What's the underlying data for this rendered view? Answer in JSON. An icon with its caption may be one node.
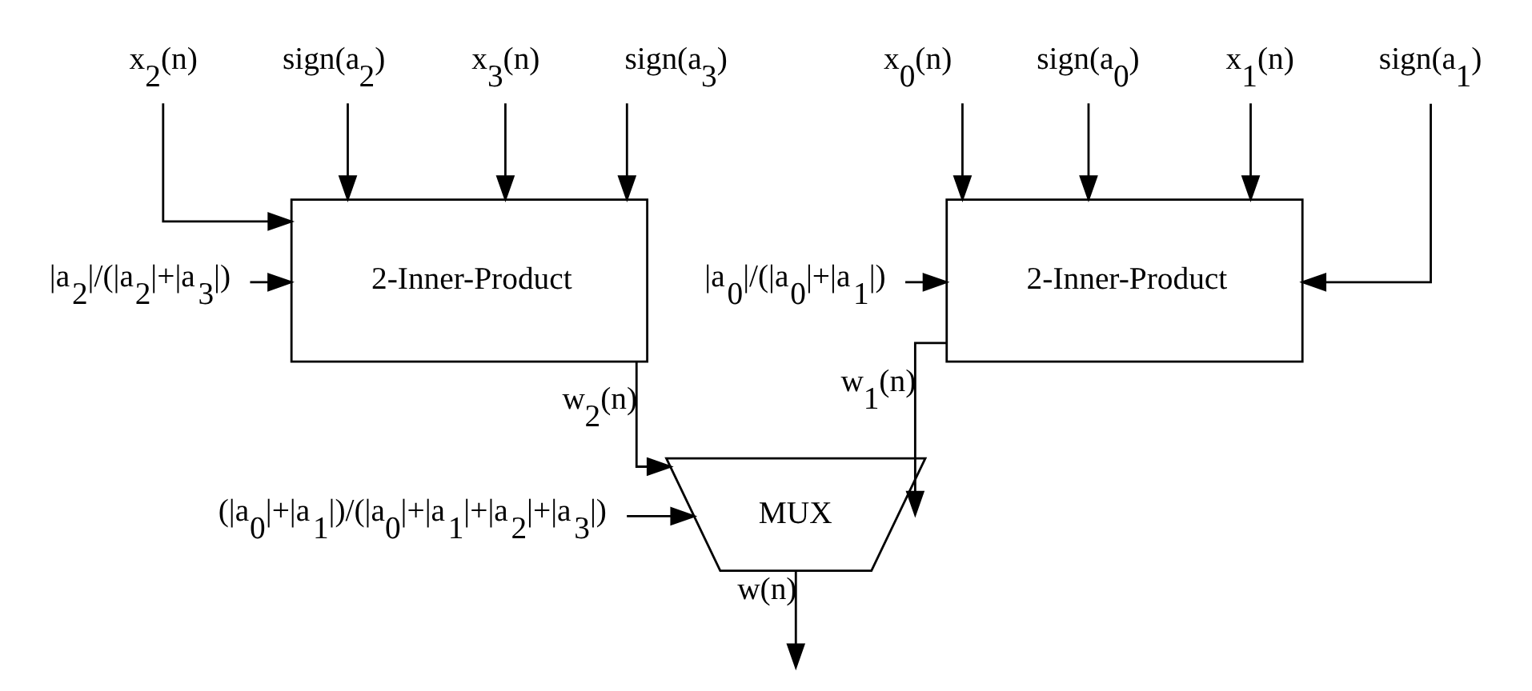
{
  "diagram": {
    "nodes": [
      {
        "text": [
          "x$_{0}$(n)"
        ]
      },
      {
        "text": [
          "sign(a$_{0}$)"
        ]
      },
      {
        "text": [
          "x$_{1}$(n)"
        ]
      },
      {
        "text": [
          "sign(a$_{1}$)"
        ]
      },
      {
        "text": [
          "x$_{2}$(n)"
        ]
      },
      {
        "text": [
          "sign(a$_{2}$)"
        ]
      },
      {
        "text": [
          "x$_{3}$(n)"
        ]
      },
      {
        "text": [
          "sign(a$_{3}$)"
        ]
      },
      {
        "text": [
          "|a$_{0}$|/(|a$_{0}$|+|a$_{1}$|)"
        ]
      },
      {
        "text": [
          "2-Inner-Product"
        ]
      },
      {
        "text": [
          "2-Inner-Product"
        ]
      },
      {
        "text": [
          "|a$_{2}$|/(|a$_{2}$|+|a$_{3}$|)"
        ]
      },
      {
        "text": [
          "(|a$_{0}$|+|a$_{1}$|)/(|a$_{0}$|+|a$_{1}$|+|a$_{2}$|+|a$_{3}$|)"
        ]
      },
      {
        "text": [
          "MUX"
        ]
      }
    ],
    "edges": [
      {
        "from": 0,
        "to": 9,
        "arrow": "to"
      },
      {
        "from": 1,
        "to": 9,
        "arrow": "to"
      },
      {
        "from": 2,
        "to": 9,
        "arrow": "to"
      },
      {
        "from": 3,
        "to": 9,
        "arrow": "to"
      },
      {
        "from": 4,
        "to": 10,
        "arrow": "to"
      },
      {
        "from": 5,
        "to": 10,
        "arrow": "to"
      },
      {
        "from": 6,
        "to": 10,
        "arrow": "to"
      },
      {
        "from": 7,
        "to": 10,
        "arrow": "to"
      },
      {
        "from": 8,
        "to": 9,
        "arrow": "to"
      },
      {
        "from": 11,
        "to": 10,
        "arrow": "to"
      },
      {
        "from": 9,
        "to": 13,
        "arrow": "to",
        "label": "w$_{1}$(n)"
      },
      {
        "from": 10,
        "to": 13,
        "arrow": "to",
        "label": "w$_{2}$(n)"
      },
      {
        "from": 12,
        "to": 13,
        "arrow": "to"
      },
      {
        "from": 13,
        "to": null,
        "arrow": "to",
        "label": "w(n)"
      }
    ]
  }
}
